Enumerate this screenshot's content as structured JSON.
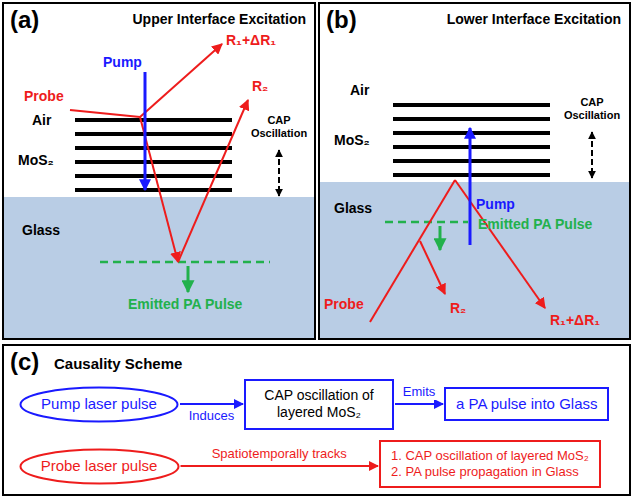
{
  "diagram": {
    "nodes": [
      {
        "text": [
          "(a)",
          "Upper Interface Excitation"
        ]
      },
      {
        "text": [
          "(b)",
          "Lower Interface Excitation"
        ]
      },
      {
        "text": [
          "(c)",
          "Causality Scheme"
        ]
      },
      {
        "text": [
          "Pump laser pulse"
        ],
        "in": 2
      },
      {
        "text": [
          "CAP oscillation of layered MoS₂"
        ],
        "in": 2
      },
      {
        "text": [
          "a PA pulse into Glass"
        ],
        "in": 2
      },
      {
        "text": [
          "Probe laser pulse"
        ],
        "in": 2
      },
      {
        "text": [
          "1. CAP oscillation of layered MoS₂",
          "2. PA pulse propagation in Glass"
        ],
        "in": 2
      }
    ],
    "edges": [
      {
        "from": 3,
        "to": 4,
        "arrow": "to",
        "label": "Induces"
      },
      {
        "from": 4,
        "to": 5,
        "arrow": "to",
        "label": "Emits"
      },
      {
        "from": 6,
        "to": 7,
        "arrow": "to",
        "label": "Spatiotemporally tracks"
      }
    ],
    "labels": [
      "Pump",
      "Probe",
      "R₁+ΔR₁",
      "R₂",
      "Air",
      "MoS₂",
      "Glass",
      "CAP Oscillation",
      "Emitted PA Pulse",
      "Air",
      "MoS₂",
      "Glass",
      "CAP Oscillation",
      "Pump",
      "Emitted PA Pulse",
      "Probe",
      "R₂",
      "R₁+ΔR₁"
    ]
  }
}
